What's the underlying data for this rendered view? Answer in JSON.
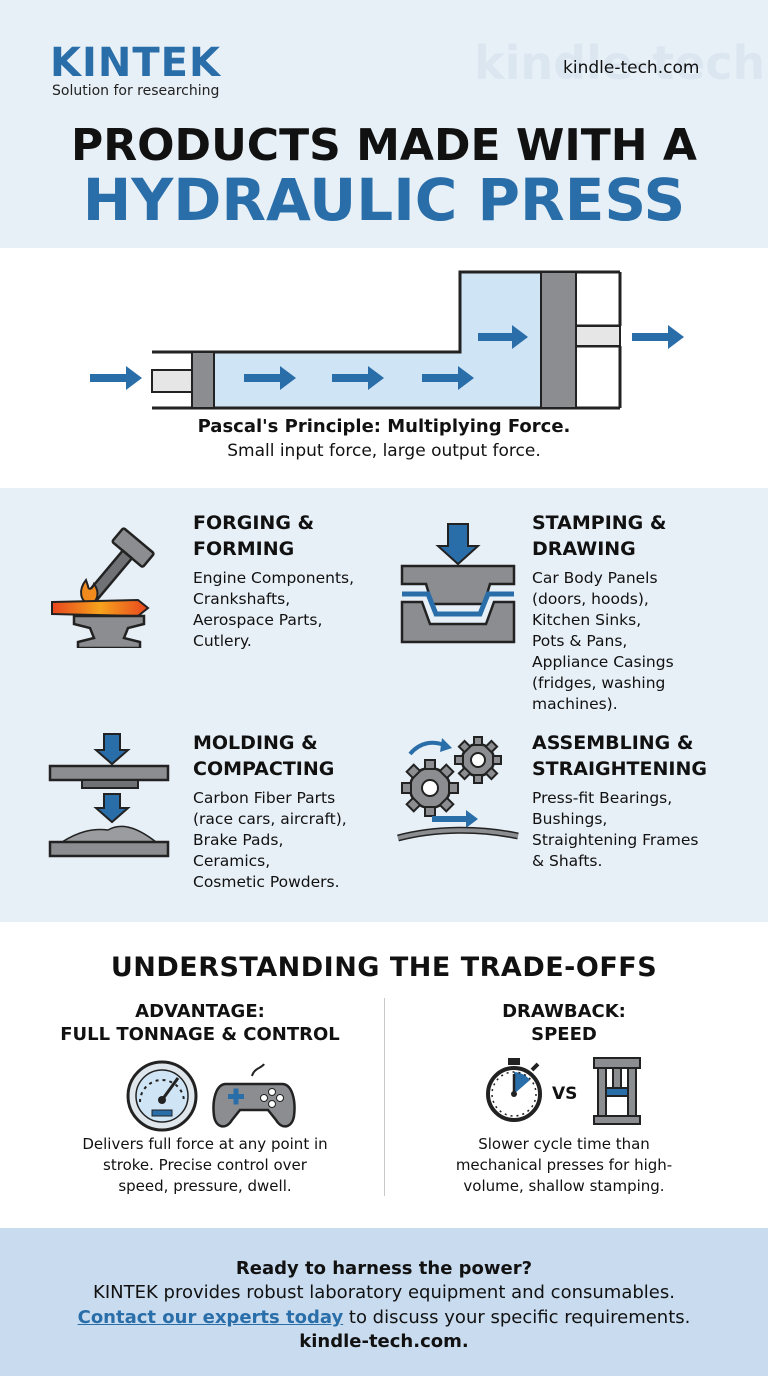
{
  "header": {
    "brand": "KINTEK",
    "tagline": "Solution for researching",
    "watermark": "kindle-tech.",
    "site_url": "kindle-tech.com",
    "title_line1": "PRODUCTS MADE WITH A",
    "title_line2": "HYDRAULIC PRESS"
  },
  "pascal": {
    "caption_bold": "Pascal's Principle: Multiplying Force.",
    "caption": "Small input force, large output force."
  },
  "applications": [
    {
      "title_1": "FORGING &",
      "title_2": "FORMING",
      "lines": [
        "Engine Components,",
        "Crankshafts,",
        "Aerospace Parts,",
        "Cutlery."
      ],
      "icon": "hammer-anvil-icon"
    },
    {
      "title_1": "STAMPING &",
      "title_2": "DRAWING",
      "lines": [
        "Car Body Panels",
        "(doors, hoods),",
        "Kitchen Sinks,",
        "Pots & Pans,",
        "Appliance Casings",
        "(fridges, washing",
        "machines)."
      ],
      "icon": "stamping-die-icon"
    },
    {
      "title_1": "MOLDING &",
      "title_2": "COMPACTING",
      "lines": [
        "Carbon Fiber Parts",
        "(race cars, aircraft),",
        "Brake Pads,",
        "Ceramics,",
        "Cosmetic Powders."
      ],
      "icon": "compacting-press-icon"
    },
    {
      "title_1": "ASSEMBLING &",
      "title_2": "STRAIGHTENING",
      "lines": [
        "Press-fit Bearings,",
        "Bushings,",
        "Straightening Frames",
        "& Shafts."
      ],
      "icon": "gears-icon"
    }
  ],
  "tradeoffs": {
    "title": "UNDERSTANDING THE TRADE-OFFS",
    "advantage": {
      "head_1": "ADVANTAGE:",
      "head_2": "FULL TONNAGE & CONTROL",
      "lines": [
        "Delivers full force at any point in",
        "stroke. Precise control over",
        "speed, pressure, dwell."
      ]
    },
    "drawback": {
      "head_1": "DRAWBACK:",
      "head_2": "SPEED",
      "vs": "VS",
      "lines": [
        "Slower cycle time than",
        "mechanical presses for high-",
        "volume, shallow stamping."
      ]
    }
  },
  "footer": {
    "question": "Ready to harness the power?",
    "line1": "KINTEK provides robust laboratory equipment and consumables.",
    "link": "Contact our experts today",
    "line2_rest": " to discuss your specific requirements.",
    "site": "kindle-tech.com."
  },
  "colors": {
    "brand_blue": "#2a6ea9",
    "fluid_blue": "#cfe4f4",
    "light_bg": "#e8f0f7",
    "footer_bg": "#c9dcef",
    "accent_orange": "#e76f2b"
  }
}
